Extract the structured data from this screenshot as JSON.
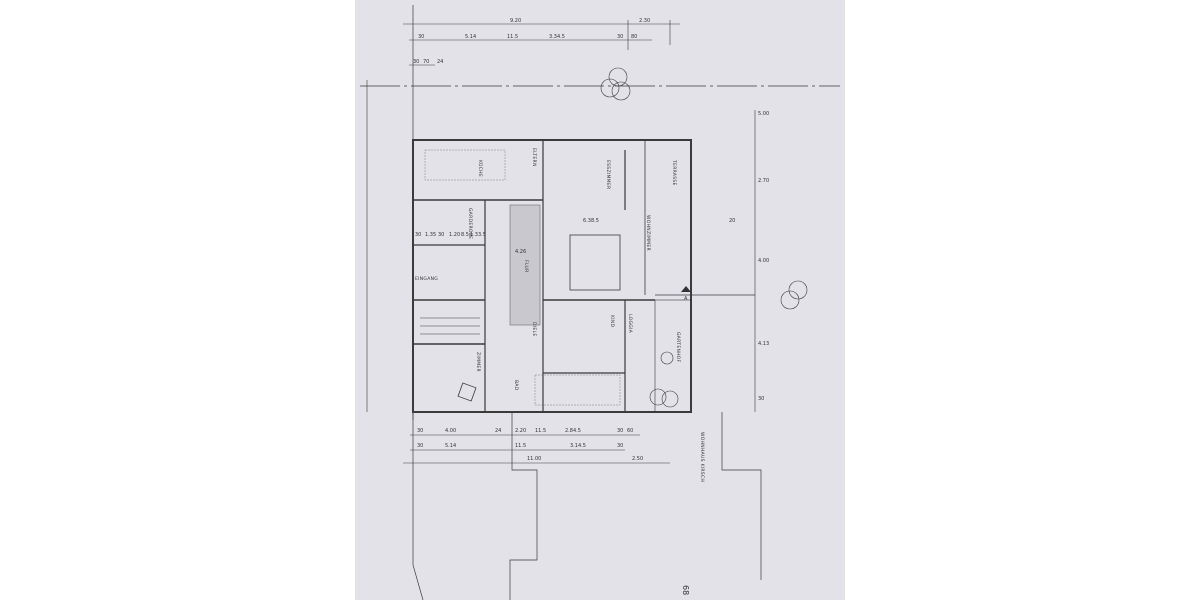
{
  "drawing": {
    "type": "architectural floor plan",
    "top_dimensions": {
      "overall": [
        "9.20",
        "2.30"
      ],
      "detail": [
        "30",
        "5.14",
        "11.5",
        "3.34.5",
        "30",
        "80"
      ],
      "small": [
        "30",
        "70",
        "24"
      ]
    },
    "right_dimensions": [
      "5.00",
      "2.70",
      "4.00",
      "4.13",
      "30"
    ],
    "interior_dimensions": [
      "30",
      "1.35",
      "30",
      "1.20",
      "8.5",
      "1.33.5",
      "4.26",
      "6.38.5",
      "20"
    ],
    "bottom_dimensions": {
      "row1": [
        "30",
        "4.00",
        "24",
        "2.20",
        "11.5",
        "2.84.5",
        "30",
        "60"
      ],
      "row2": [
        "30",
        "5.14",
        "11.5",
        "3.14.5",
        "30"
      ],
      "row3": [
        "11.00",
        "2.50"
      ]
    },
    "rooms": [
      "KÜCHE",
      "ESSZIMMER",
      "ELTERN",
      "WOHNZIMMER",
      "TERRASSE",
      "GARDEROBE",
      "EINGANG",
      "FLUR",
      "DIELE",
      "ZIMMER",
      "KIND",
      "LOGGIA",
      "GARTENHOF",
      "BAD"
    ],
    "neighbour_label": "WOHNHAUS KIRSCH",
    "handwritten_note": "68",
    "section_marker": "A",
    "colors": {
      "paper": "#e3e2e9",
      "ink": "#3a3a3a"
    }
  }
}
